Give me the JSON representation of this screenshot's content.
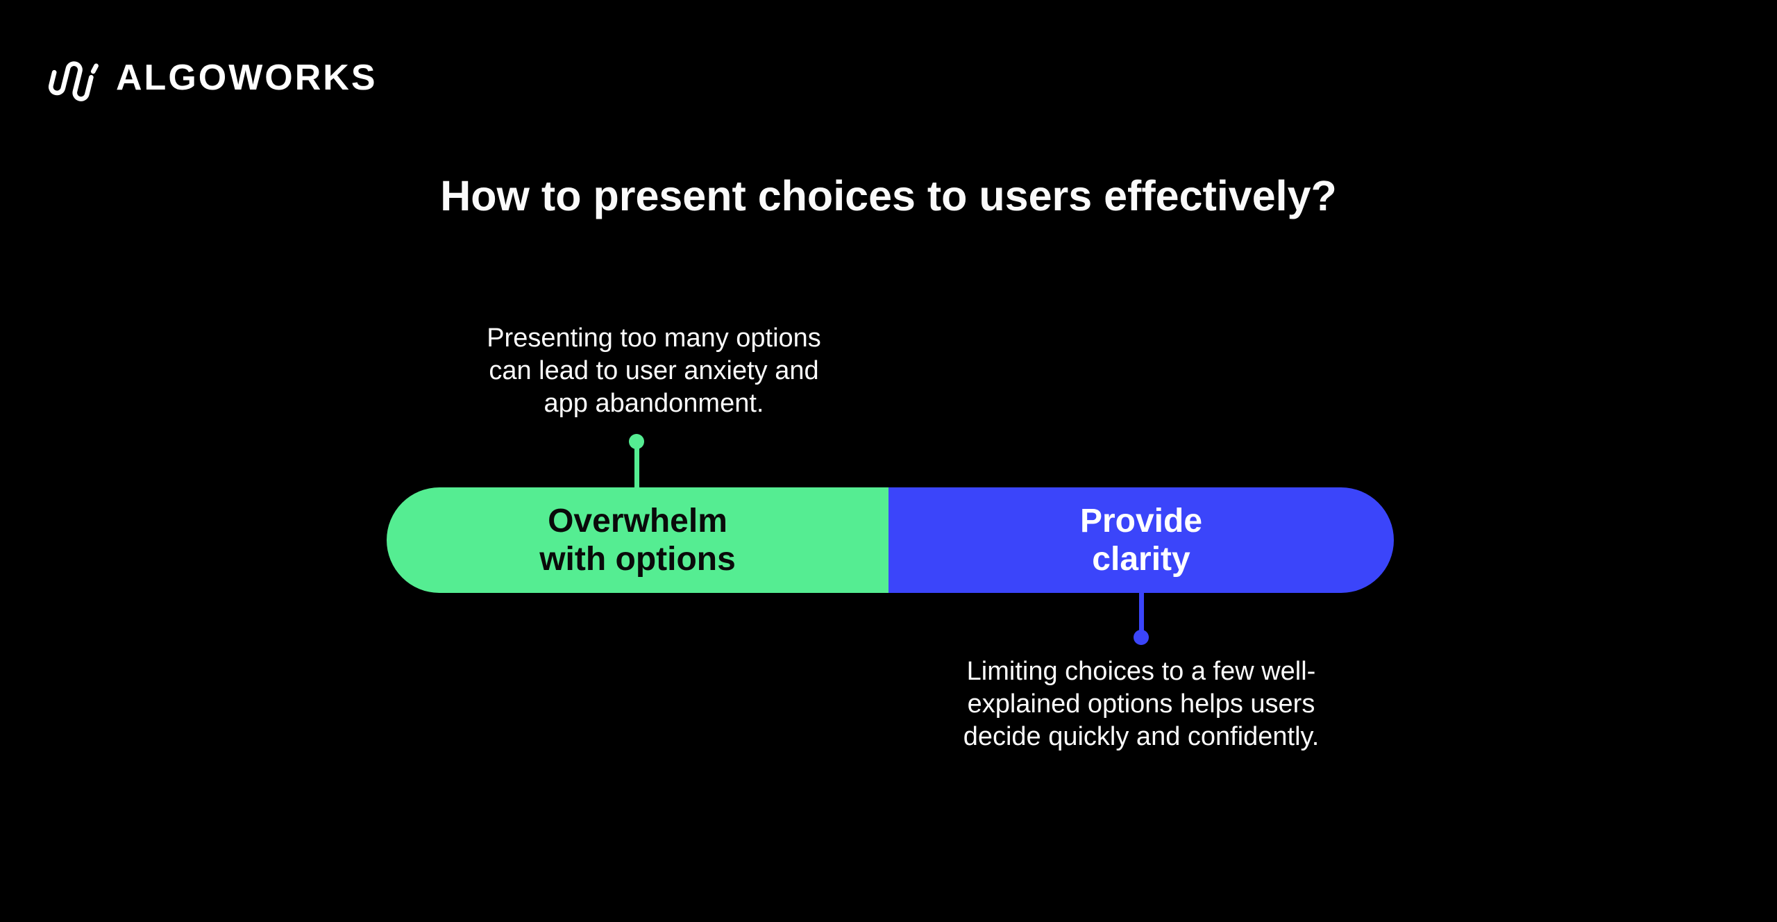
{
  "brand": {
    "name": "ALGOWORKS",
    "icon": "algoworks-clip-icon"
  },
  "title": "How to present choices to users effectively?",
  "colors": {
    "background": "#000000",
    "green": "#55ED92",
    "blue": "#3B45FA",
    "dark_text": "#0a0a0a",
    "light_text": "#ffffff"
  },
  "comparison": {
    "left": {
      "label_lines": [
        "Overwhelm",
        "with options"
      ],
      "desc_lines": [
        "Presenting too many options",
        "can lead to user anxiety and",
        "app abandonment."
      ]
    },
    "right": {
      "label_lines": [
        "Provide",
        "clarity"
      ],
      "desc_lines": [
        "Limiting choices to a few well-",
        "explained options helps users",
        "decide quickly and confidently."
      ]
    }
  }
}
